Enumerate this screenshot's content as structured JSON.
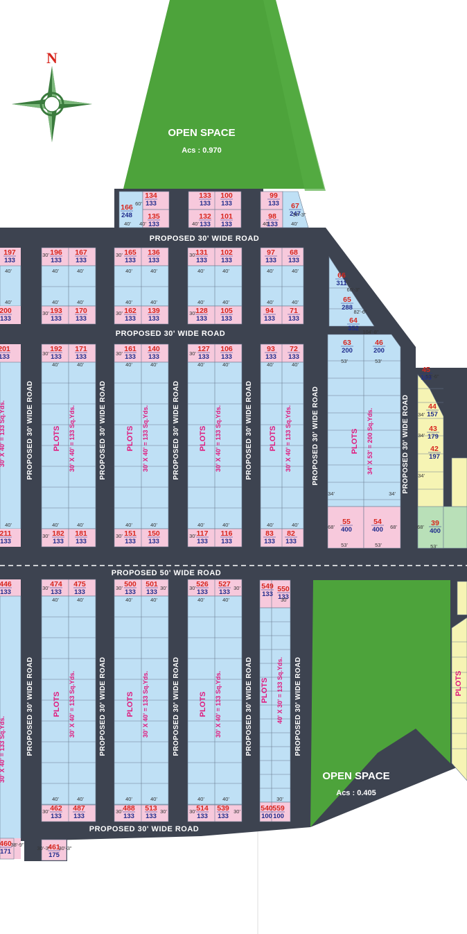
{
  "compass": {
    "north_label": "N",
    "icon": "compass-rose-icon"
  },
  "colors": {
    "road": "#3d4350",
    "plot_blue": "#bfe0f5",
    "plot_pink": "#f7c9dc",
    "plot_yellow": "#f6f4b4",
    "open_space": "#4da33b",
    "plot_number": "#d7261e",
    "plot_area": "#1f2c8c",
    "plots_text": "#e0197d"
  },
  "open_spaces": [
    {
      "title": "OPEN SPACE",
      "acs": "Acs : 0.970"
    },
    {
      "title": "OPEN SPACE",
      "acs": "Acs : 0.405"
    }
  ],
  "roads": {
    "r30_top": "PROPOSED 30' WIDE ROAD",
    "r30_mid": "PROPOSED 30' WIDE ROAD",
    "r50": "PROPOSED 50' WIDE ROAD",
    "r30_bottom": "PROPOSED 30' WIDE ROAD",
    "vertical": "PROPOSED 30' WIDE ROAD"
  },
  "block_texts": {
    "plots": "PLOTS",
    "size_133": "30' X 40' = 133 Sq.Yds.",
    "size_200": "34' X 53' = 200 Sq.Yds.",
    "size_133_b": "40' X 30' = 133 Sq.Yds.",
    "size_133_c": "30' X 40' = 133 Sq.Yds."
  },
  "dimensions": {
    "d40": "40'",
    "d30": "30'",
    "d34": "34'",
    "d53": "53'",
    "d60": "60'",
    "d68": "68'",
    "d_60_3": "60'-3\"",
    "d_82_6": "82'-6\"",
    "d_104_8": "104'-8\"",
    "d_37_3": "37'-3\"",
    "d_38_9": "38'-9\"",
    "d_30_3": "30'-3\"",
    "d_53_6": "53'-6\""
  },
  "plots": [
    {
      "n": "197",
      "a": "133"
    },
    {
      "n": "200",
      "a": "133"
    },
    {
      "n": "201",
      "a": "133"
    },
    {
      "n": "211",
      "a": "133"
    },
    {
      "n": "196",
      "a": "133"
    },
    {
      "n": "167",
      "a": "133"
    },
    {
      "n": "193",
      "a": "133"
    },
    {
      "n": "170",
      "a": "133"
    },
    {
      "n": "165",
      "a": "133"
    },
    {
      "n": "136",
      "a": "133"
    },
    {
      "n": "162",
      "a": "133"
    },
    {
      "n": "139",
      "a": "133"
    },
    {
      "n": "131",
      "a": "133"
    },
    {
      "n": "102",
      "a": "133"
    },
    {
      "n": "128",
      "a": "133"
    },
    {
      "n": "105",
      "a": "133"
    },
    {
      "n": "97",
      "a": "133"
    },
    {
      "n": "68",
      "a": "133"
    },
    {
      "n": "94",
      "a": "133"
    },
    {
      "n": "71",
      "a": "133"
    },
    {
      "n": "192",
      "a": "133"
    },
    {
      "n": "171",
      "a": "133"
    },
    {
      "n": "182",
      "a": "133"
    },
    {
      "n": "181",
      "a": "133"
    },
    {
      "n": "161",
      "a": "133"
    },
    {
      "n": "140",
      "a": "133"
    },
    {
      "n": "151",
      "a": "133"
    },
    {
      "n": "150",
      "a": "133"
    },
    {
      "n": "127",
      "a": "133"
    },
    {
      "n": "106",
      "a": "133"
    },
    {
      "n": "117",
      "a": "133"
    },
    {
      "n": "116",
      "a": "133"
    },
    {
      "n": "93",
      "a": "133"
    },
    {
      "n": "72",
      "a": "133"
    },
    {
      "n": "83",
      "a": "133"
    },
    {
      "n": "82",
      "a": "133"
    },
    {
      "n": "166",
      "a": "248"
    },
    {
      "n": "134",
      "a": "133"
    },
    {
      "n": "135",
      "a": "133"
    },
    {
      "n": "133",
      "a": "133"
    },
    {
      "n": "100",
      "a": "133"
    },
    {
      "n": "132",
      "a": "133"
    },
    {
      "n": "101",
      "a": "133"
    },
    {
      "n": "99",
      "a": "133"
    },
    {
      "n": "98",
      "a": "133"
    },
    {
      "n": "67",
      "a": "247"
    },
    {
      "n": "66",
      "a": "311"
    },
    {
      "n": "65",
      "a": "288"
    },
    {
      "n": "64",
      "a": "352"
    },
    {
      "n": "63",
      "a": "200"
    },
    {
      "n": "46",
      "a": "200"
    },
    {
      "n": "55",
      "a": "400"
    },
    {
      "n": "54",
      "a": "400"
    },
    {
      "n": "45",
      "a": "103"
    },
    {
      "n": "44",
      "a": "157"
    },
    {
      "n": "43",
      "a": "179"
    },
    {
      "n": "42",
      "a": "197"
    },
    {
      "n": "39",
      "a": "400"
    },
    {
      "n": "446",
      "a": "133"
    },
    {
      "n": "474",
      "a": "133"
    },
    {
      "n": "475",
      "a": "133"
    },
    {
      "n": "500",
      "a": "133"
    },
    {
      "n": "501",
      "a": "133"
    },
    {
      "n": "526",
      "a": "133"
    },
    {
      "n": "527",
      "a": "133"
    },
    {
      "n": "549",
      "a": "133"
    },
    {
      "n": "550",
      "a": "133"
    },
    {
      "n": "462",
      "a": "133"
    },
    {
      "n": "487",
      "a": "133"
    },
    {
      "n": "488",
      "a": "133"
    },
    {
      "n": "513",
      "a": "133"
    },
    {
      "n": "514",
      "a": "133"
    },
    {
      "n": "539",
      "a": "133"
    },
    {
      "n": "540",
      "a": "100"
    },
    {
      "n": "559",
      "a": "100"
    },
    {
      "n": "460",
      "a": "171"
    },
    {
      "n": "461",
      "a": "175"
    }
  ]
}
